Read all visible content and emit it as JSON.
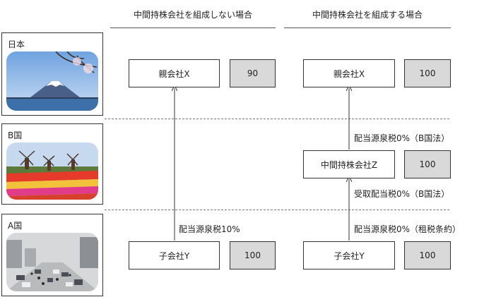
{
  "headers": {
    "left": "中間持株会社を組成しない場合",
    "right": "中間持株会社を組成する場合"
  },
  "countries": [
    {
      "label": "日本",
      "image": "mount-fuji-photo"
    },
    {
      "label": "B国",
      "image": "windmills-tulips-photo"
    },
    {
      "label": "A国",
      "image": "city-street-photo"
    }
  ],
  "left_scenario": {
    "parent": {
      "name": "親会社X",
      "value": "90"
    },
    "subsidiary": {
      "name": "子会社Y",
      "value": "100"
    },
    "tax_note": "配当源泉税10%"
  },
  "right_scenario": {
    "parent": {
      "name": "親会社X",
      "value": "100"
    },
    "intermediate": {
      "name": "中間持株会社Z",
      "value": "100"
    },
    "subsidiary": {
      "name": "子会社Y",
      "value": "100"
    },
    "tax_note_top": "配当源泉税0%（B国法）",
    "tax_note_middle": "受取配当税0%（B国法）",
    "tax_note_bottom": "配当源泉税0%（租税条約）"
  }
}
